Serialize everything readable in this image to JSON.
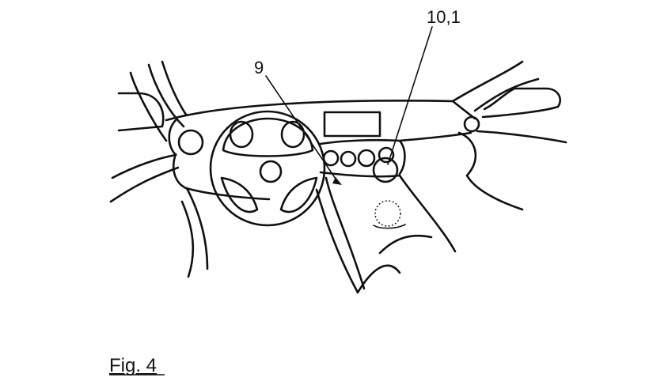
{
  "labels": {
    "ref_9": "9",
    "ref_10_1": "10,1"
  },
  "caption": "Fig. 4"
}
